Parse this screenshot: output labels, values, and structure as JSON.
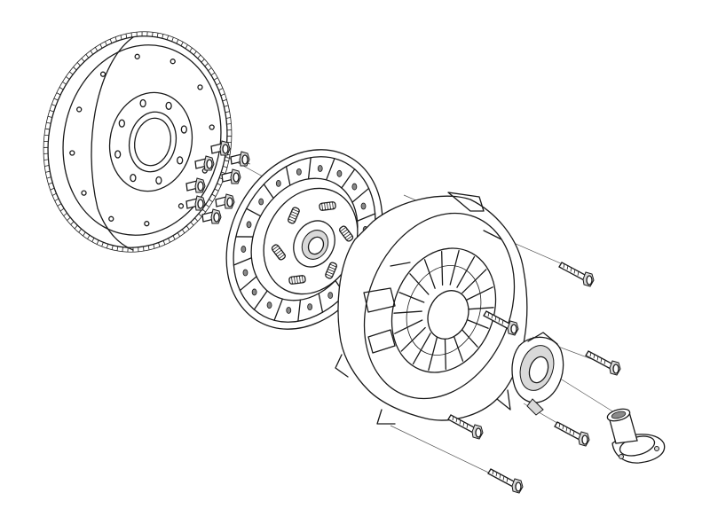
{
  "diagram": {
    "style": "exploded-view line drawing",
    "colors": {
      "line": "#1a1a1a",
      "fill": "#ffffff",
      "shade": "#d9d9d9",
      "dark": "#8a8a8a"
    },
    "parts": [
      {
        "id": "flywheel",
        "icon": "flywheel-ring-gear-icon"
      },
      {
        "id": "flywheel-bolts",
        "icon": "hex-bolt-icon",
        "count": 8
      },
      {
        "id": "clutch-disc",
        "icon": "friction-disc-icon"
      },
      {
        "id": "pressure-plate",
        "icon": "pressure-plate-icon"
      },
      {
        "id": "pressure-plate-bolts",
        "icon": "long-bolt-icon",
        "count": 6
      },
      {
        "id": "release-bearing",
        "icon": "release-bearing-icon"
      },
      {
        "id": "guide-sleeve",
        "icon": "guide-sleeve-icon"
      }
    ]
  }
}
